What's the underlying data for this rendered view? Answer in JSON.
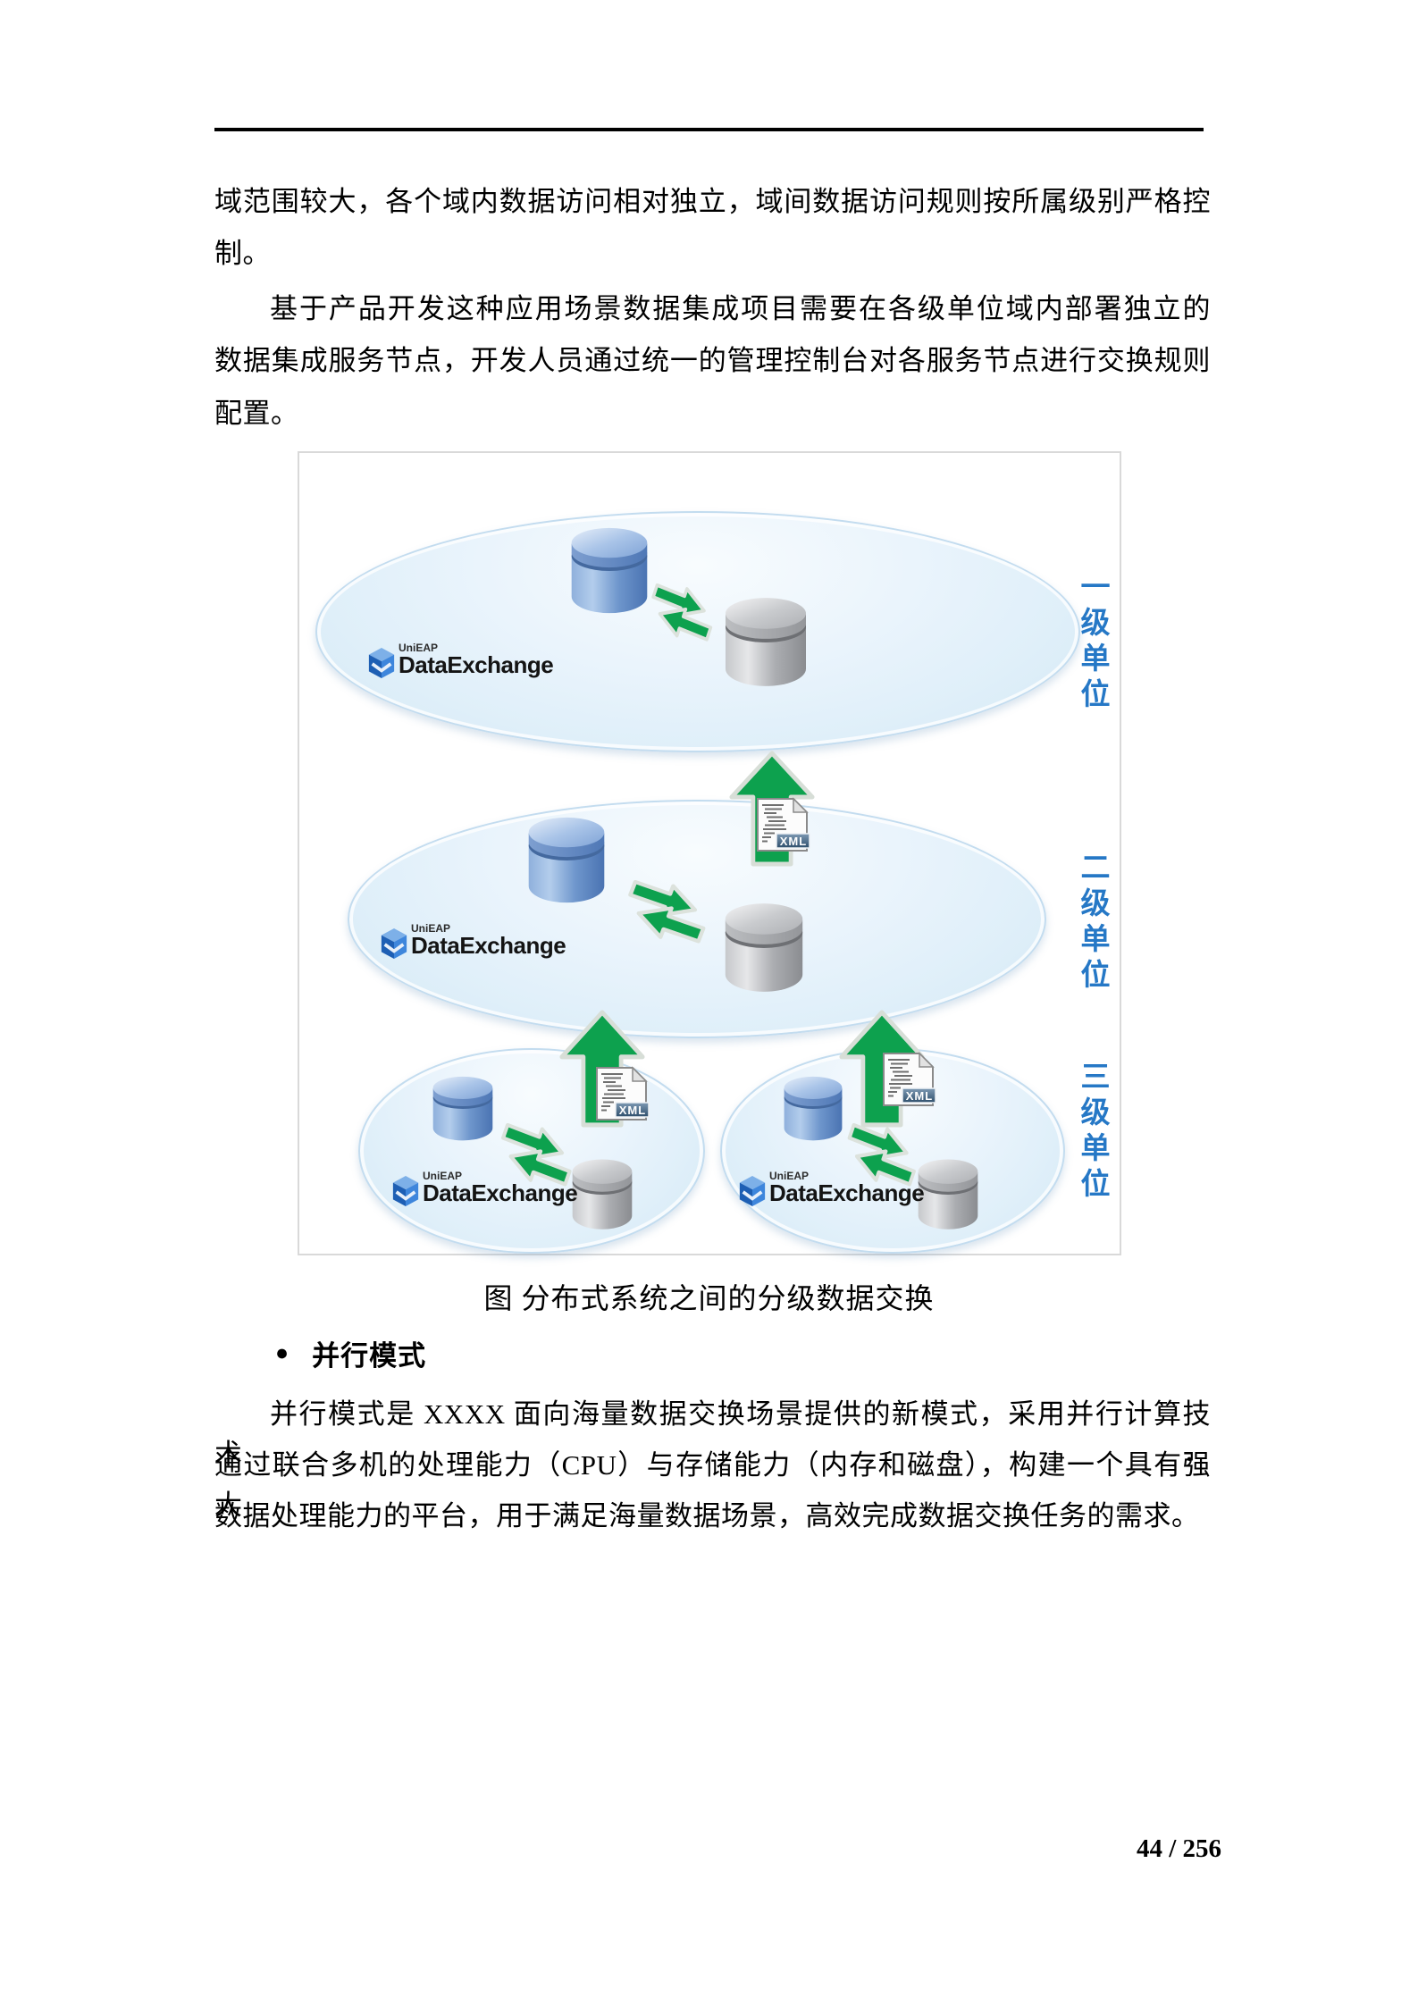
{
  "document": {
    "paragraph1": {
      "line1": "域范围较大，各个域内数据访问相对独立，域间数据访问规则按所属级别严格控",
      "line2": "制。"
    },
    "paragraph2": {
      "line1": "基于产品开发这种应用场景数据集成项目需要在各级单位域内部署独立的",
      "line2": "数据集成服务节点，开发人员通过统一的管理控制台对各服务节点进行交换规则",
      "line3": "配置。"
    },
    "caption": "图 分布式系统之间的分级数据交换",
    "heading_bullet": "●",
    "heading": "并行模式",
    "paragraph3": {
      "line1": "并行模式是 XXXX 面向海量数据交换场景提供的新模式，采用并行计算技术，",
      "line2": "通过联合多机的处理能力（CPU）与存储能力（内存和磁盘），构建一个具有强大",
      "line3": "数据处理能力的平台，用于满足海量数据场景，高效完成数据交换任务的需求。"
    },
    "page_number": "44 / 256"
  },
  "diagram": {
    "levels": [
      {
        "label": "一级单位"
      },
      {
        "label": "二级单位"
      },
      {
        "label": "三级单位"
      }
    ],
    "logo": {
      "small": "UniEAP",
      "big": "DataExchange"
    },
    "xml_label": "XML",
    "colors": {
      "label_blue": "#2678c6",
      "arrow_green": "#0da14e",
      "ellipse_fill": "#e3f1fa",
      "ellipse_border": "#c3dcef"
    }
  }
}
